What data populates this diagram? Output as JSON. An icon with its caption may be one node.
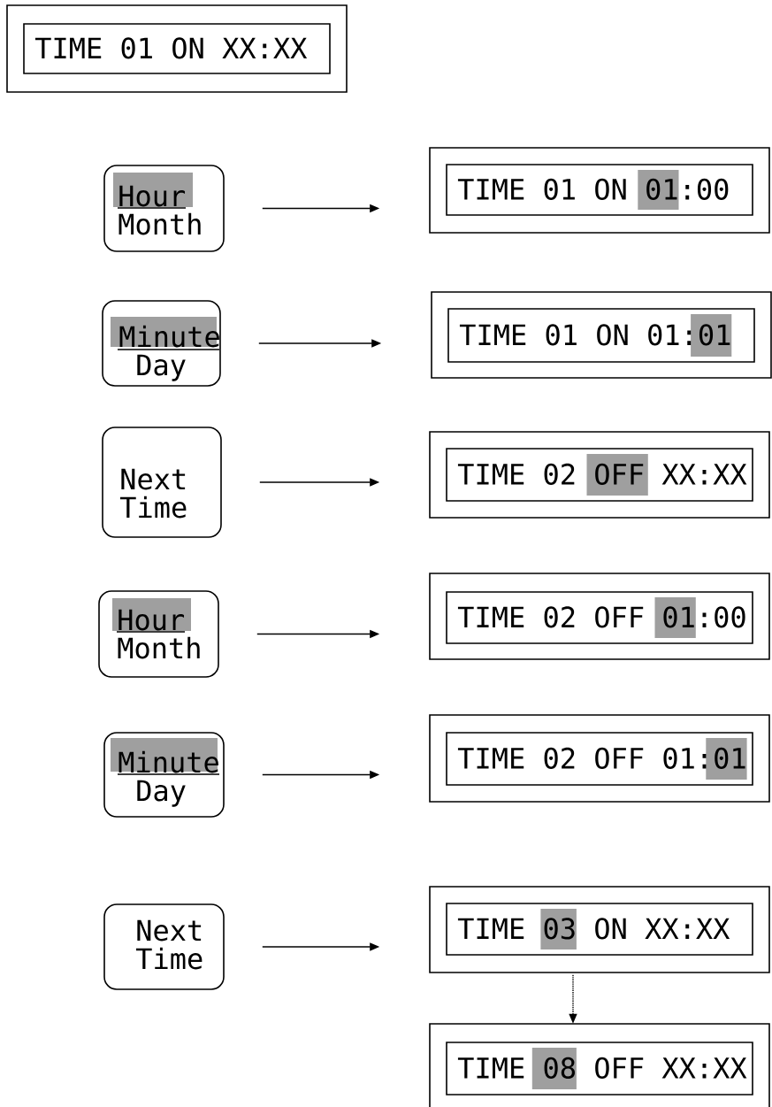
{
  "diagram": {
    "nodes": [
      {
        "text": [
          "TIME 01 ON XX:XX"
        ]
      },
      {
        "text": [
          "Hour",
          "Month"
        ]
      },
      {
        "text": [
          "TIME 01 ON 01:00"
        ]
      },
      {
        "text": [
          "Minute",
          "Day"
        ]
      },
      {
        "text": [
          "TIME 01 ON 01:01"
        ]
      },
      {
        "text": [
          "Next",
          "Time"
        ]
      },
      {
        "text": [
          "TIME 02 OFF XX:XX"
        ]
      },
      {
        "text": [
          "Hour",
          "Month"
        ]
      },
      {
        "text": [
          "TIME 02 OFF 01:00"
        ]
      },
      {
        "text": [
          "Minute",
          "Day"
        ]
      },
      {
        "text": [
          "TIME 02 OFF 01:01"
        ]
      },
      {
        "text": [
          "Next",
          "Time"
        ]
      },
      {
        "text": [
          "TIME 03 ON XX:XX"
        ]
      },
      {
        "text": [
          "TIME 08 OFF XX:XX"
        ]
      }
    ],
    "edges": [
      {
        "from": 1,
        "to": 2,
        "arrow": "to"
      },
      {
        "from": 3,
        "to": 4,
        "arrow": "to"
      },
      {
        "from": 5,
        "to": 6,
        "arrow": "to"
      },
      {
        "from": 7,
        "to": 8,
        "arrow": "to"
      },
      {
        "from": 9,
        "to": 10,
        "arrow": "to"
      },
      {
        "from": 11,
        "to": 12,
        "arrow": "to"
      },
      {
        "from": 12,
        "to": 13,
        "arrow": "to",
        "style": "dashed"
      }
    ]
  }
}
